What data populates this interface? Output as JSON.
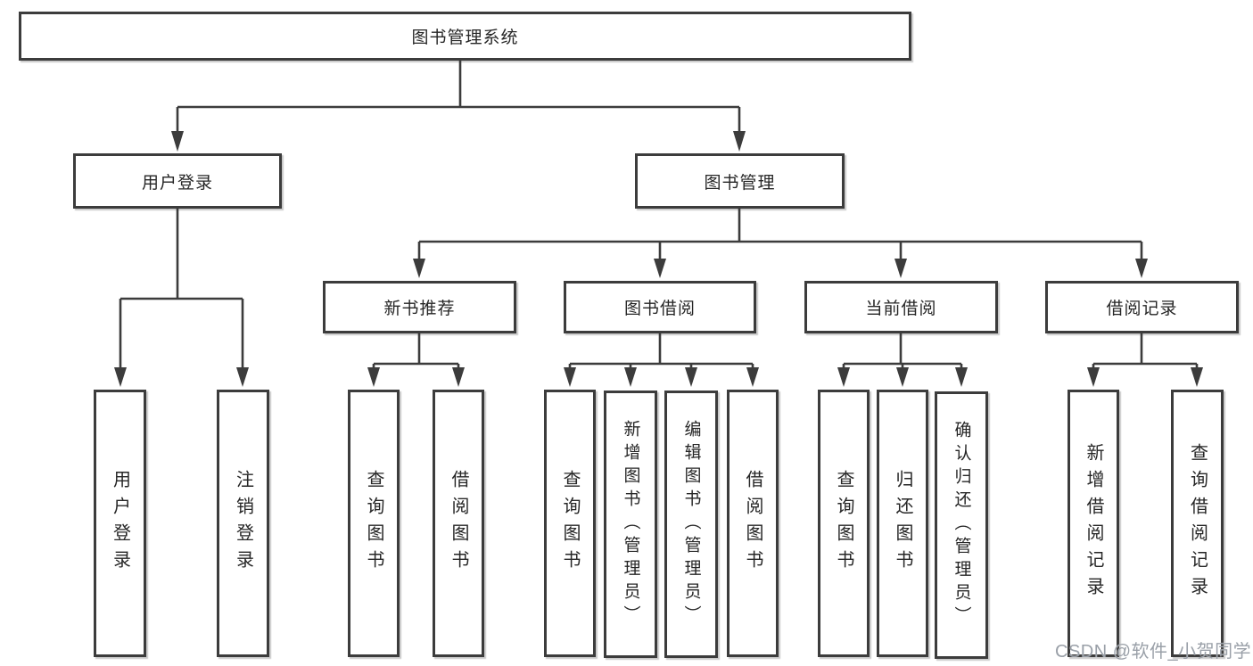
{
  "diagram": {
    "title_note": "library management system function structure",
    "root": {
      "label": "图书管理系统"
    },
    "branches": [
      {
        "label": "用户登录",
        "children": [
          {
            "label": "用户登录"
          },
          {
            "label": "注销登录"
          }
        ]
      },
      {
        "label": "图书管理",
        "children": [
          {
            "label": "新书推荐",
            "children": [
              {
                "label": "查询图书"
              },
              {
                "label": "借阅图书"
              }
            ]
          },
          {
            "label": "图书借阅",
            "children": [
              {
                "label": "查询图书"
              },
              {
                "label": "新增图书（管理员）"
              },
              {
                "label": "编辑图书（管理员）"
              },
              {
                "label": "借阅图书"
              }
            ]
          },
          {
            "label": "当前借阅",
            "children": [
              {
                "label": "查询图书"
              },
              {
                "label": "归还图书"
              },
              {
                "label": "确认归还（管理员）"
              }
            ]
          },
          {
            "label": "借阅记录",
            "children": [
              {
                "label": "新增借阅记录"
              },
              {
                "label": "查询借阅记录"
              }
            ]
          }
        ]
      }
    ]
  },
  "watermark": {
    "text": "CSDN @软件_小贺同学"
  },
  "colors": {
    "line": "#3c3c3c",
    "text": "#262626",
    "watermark": "#9aa0a8",
    "background": "#ffffff"
  }
}
